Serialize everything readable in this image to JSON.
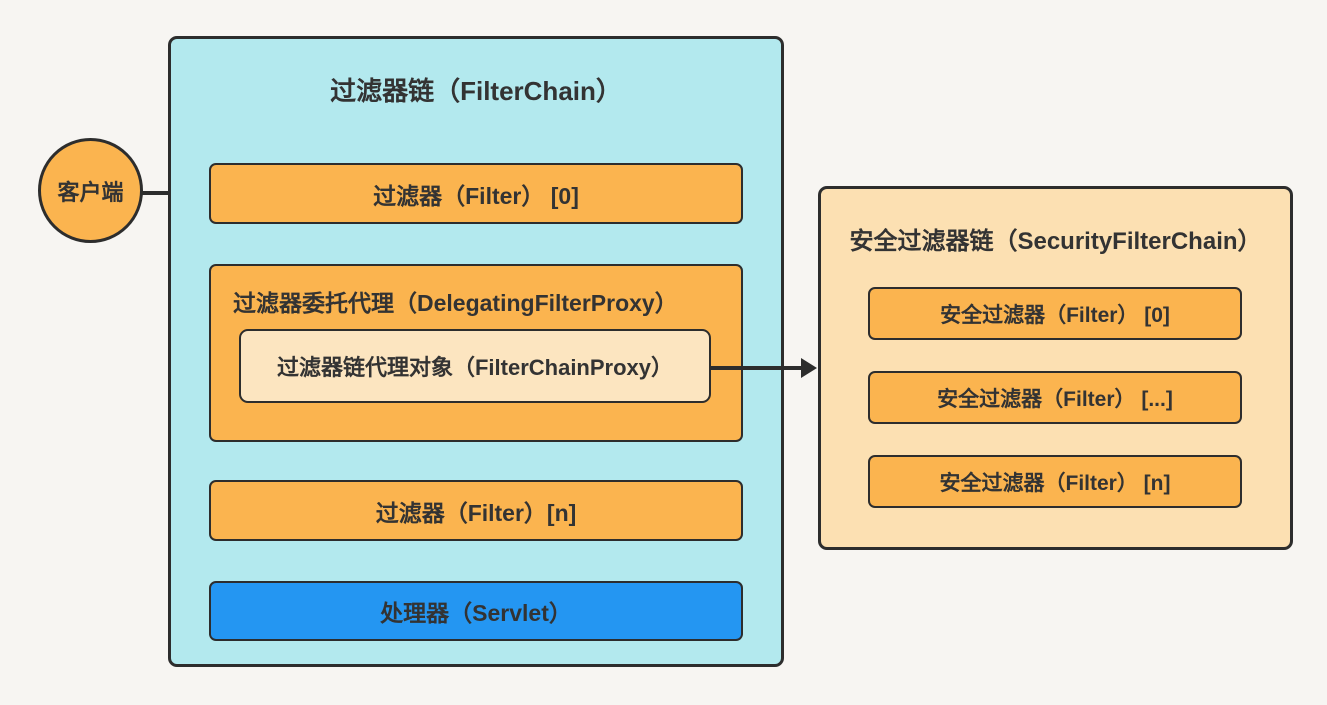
{
  "page": {
    "background": "#F7F5F2",
    "ink": "#2D2D2D",
    "text_color": "#333333"
  },
  "client": {
    "label": "客户端",
    "fill": "#FBB44F"
  },
  "arrows": [
    {
      "name": "client-to-filter-chain",
      "direction": "right"
    },
    {
      "name": "proxy-to-security-filter-chain",
      "direction": "right"
    }
  ],
  "filter_chain": {
    "title": "过滤器链（FilterChain）",
    "fill": "#B3E9EE",
    "filter_0": {
      "label": "过滤器（Filter） [0]",
      "fill": "#FBB44F"
    },
    "delegating_proxy": {
      "label": "过滤器委托代理（DelegatingFilterProxy）",
      "fill": "#FBB44F",
      "inner": {
        "label": "过滤器链代理对象（FilterChainProxy）",
        "fill": "#FCE5C0"
      }
    },
    "filter_n": {
      "label": "过滤器（Filter）[n]",
      "fill": "#FBB44F"
    },
    "servlet": {
      "label": "处理器（Servlet）",
      "fill": "#2496F2"
    }
  },
  "security_filter_chain": {
    "title": "安全过滤器链（SecurityFilterChain）",
    "fill": "#FCE0B2",
    "box_fill": "#FBB44F",
    "boxes": [
      {
        "label": "安全过滤器（Filter） [0]"
      },
      {
        "label": "安全过滤器（Filter） [...]"
      },
      {
        "label": "安全过滤器（Filter） [n]"
      }
    ]
  }
}
